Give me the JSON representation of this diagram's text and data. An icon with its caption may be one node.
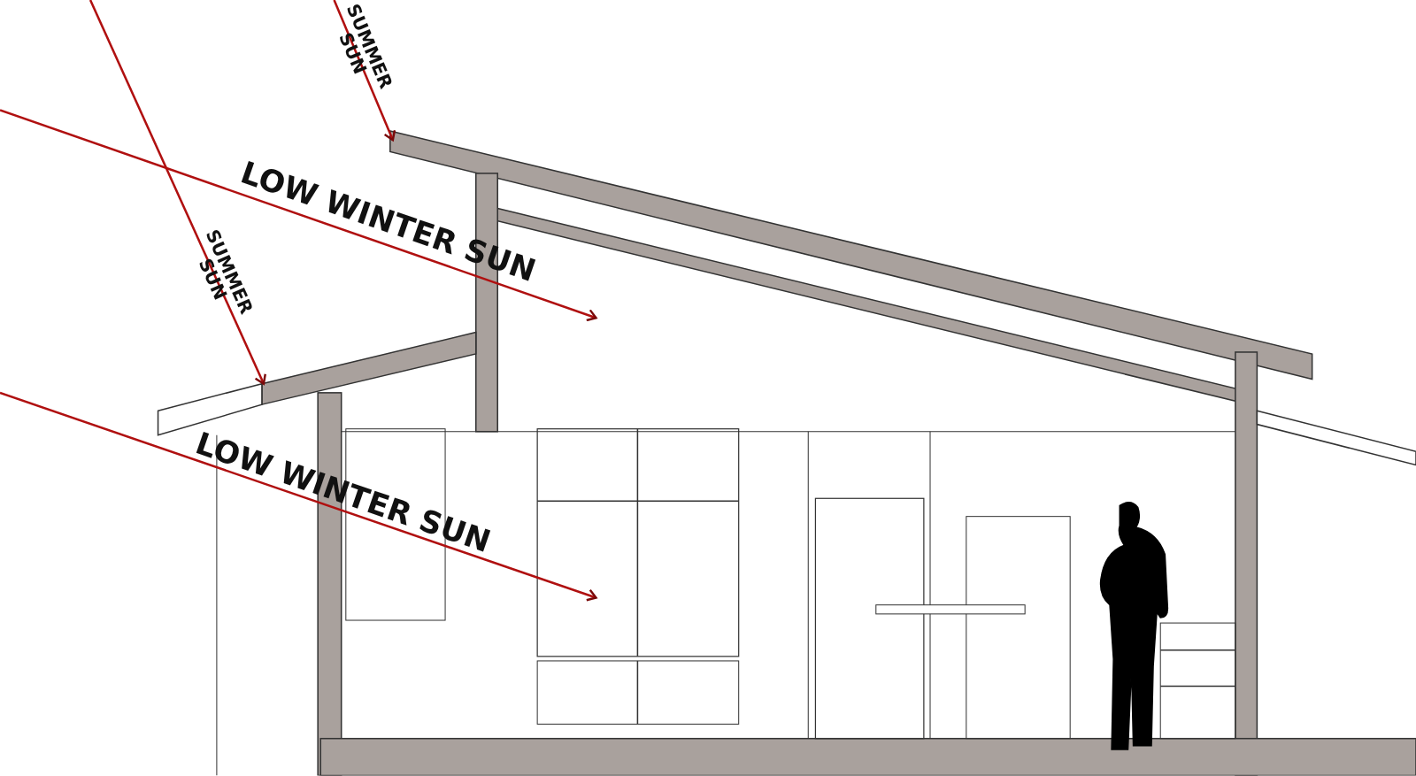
{
  "diagram": {
    "labels": [
      "SUMMER SUN",
      "LOW WINTER SUN",
      "SUMMER SUN",
      "LOW WINTER SUN"
    ]
  }
}
